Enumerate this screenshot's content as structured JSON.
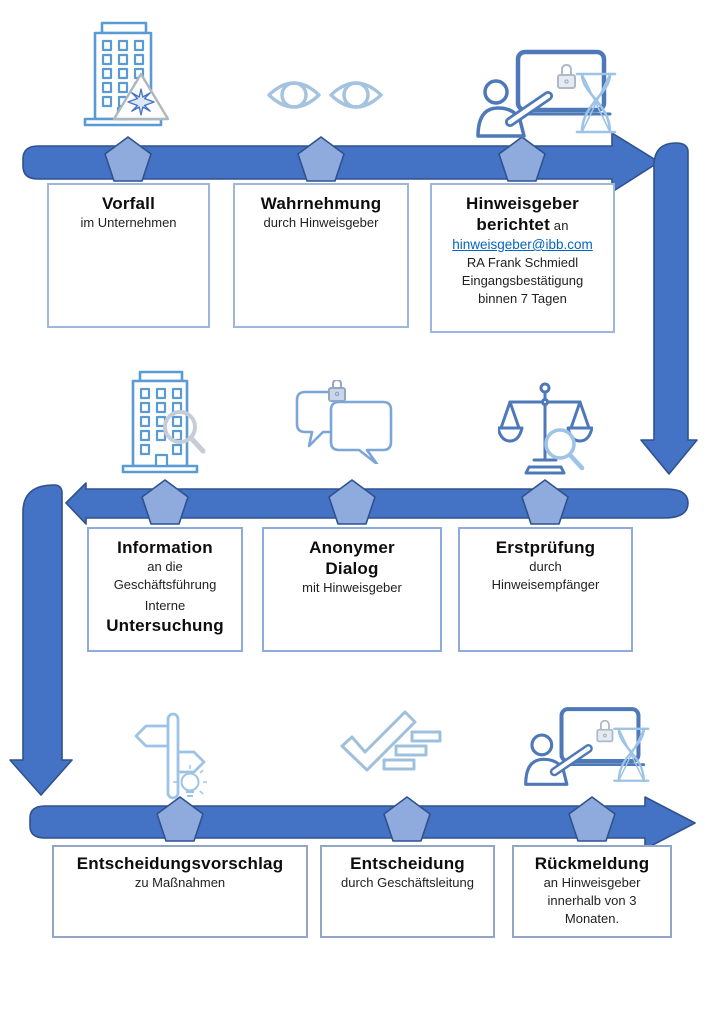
{
  "diagram": {
    "title": "Hinweisgeber-Prozess Flussdiagramm",
    "language": "de"
  },
  "colors": {
    "flow_band": "#4472C4",
    "flow_outline": "#2F528F",
    "pentagon_marker": "#8FAADC",
    "box_border_light": "#9DB7DC",
    "box_border_medium": "#8FAADC",
    "icon_medium_blue": "#5B9BD5",
    "icon_light_blue": "#9DC3E6",
    "link_blue": "#0563C1",
    "text": "#1A1A1A"
  },
  "icons": {
    "row1": [
      "building-incident-icon",
      "eyes-icon",
      "person-screen-lock-hourglass-icon"
    ],
    "row2": [
      "building-magnifier-icon",
      "chat-bubbles-lock-icon",
      "scales-magnifier-icon"
    ],
    "row3": [
      "signpost-idea-icon",
      "checkmark-list-icon",
      "person-screen-lock-hourglass-icon"
    ]
  },
  "boxes": [
    {
      "title": "Vorfall",
      "line1": "im Unternehmen"
    },
    {
      "title": "Wahrnehmung",
      "line1": "durch Hinweisgeber"
    },
    {
      "title": "Hinweisgeber",
      "title2": "berichtet",
      "title2_suffix": " an",
      "email": "hinweisgeber@ibb.com",
      "line1": "RA Frank Schmiedl",
      "line2": "Eingangsbestätigung",
      "line3": "binnen 7 Tagen"
    },
    {
      "title": "Information",
      "line1": "an die",
      "line2": "Geschäftsführung",
      "line3": "Interne",
      "title2": "Untersuchung"
    },
    {
      "title": "Anonymer",
      "title2": "Dialog",
      "line1": "mit Hinweisgeber"
    },
    {
      "title": "Erstprüfung",
      "line1": "durch",
      "line2": "Hinweisempfänger"
    },
    {
      "title": "Entscheidungsvorschlag",
      "line1": "zu Maßnahmen"
    },
    {
      "title": "Entscheidung",
      "line1": "durch Geschäftsleitung"
    },
    {
      "title": "Rückmeldung",
      "line1": "an Hinweisgeber",
      "line2": "innerhalb von 3",
      "line3": "Monaten."
    }
  ]
}
